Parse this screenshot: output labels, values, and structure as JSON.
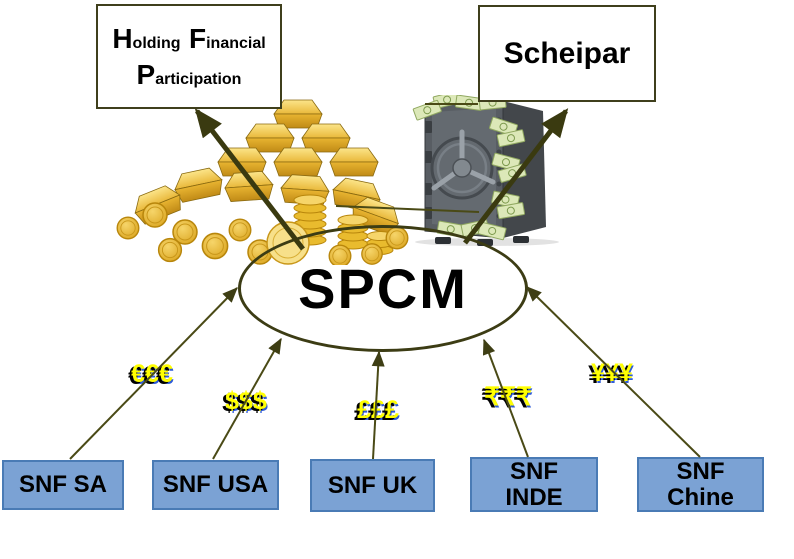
{
  "diagram": {
    "center_label": "SPCM",
    "holding_box": {
      "word1_initial": "H",
      "word1_rest": "olding",
      "word2_initial": "F",
      "word2_rest": "inancial",
      "word3_initial": "P",
      "word3_rest": "articipation"
    },
    "scheipar_label": "Scheipar",
    "snf_boxes": [
      {
        "lines": [
          "SNF SA"
        ],
        "currency": "€€€"
      },
      {
        "lines": [
          "SNF USA"
        ],
        "currency": "$$$"
      },
      {
        "lines": [
          "SNF UK"
        ],
        "currency": "£££"
      },
      {
        "lines": [
          "SNF",
          "INDE"
        ],
        "currency": "₹₹₹"
      },
      {
        "lines": [
          "SNF",
          "Chine"
        ],
        "currency": "¥¥¥"
      }
    ],
    "images": {
      "gold": "gold-bars-and-coins",
      "safe": "money-safe-vault"
    },
    "colors": {
      "arrow_thick_olive": "#3a3a10",
      "arrow_thin_olive": "#4a4a16",
      "box_border_olive": "#3f3f1c",
      "snf_fill_blue": "#7ba2d4",
      "snf_border_blue": "#4a7bb5",
      "currency_yellow": "#ffff00",
      "currency_shadow_black": "#000000",
      "currency_fringe_blue": "#2e5bd8",
      "text_black": "#000000"
    }
  }
}
